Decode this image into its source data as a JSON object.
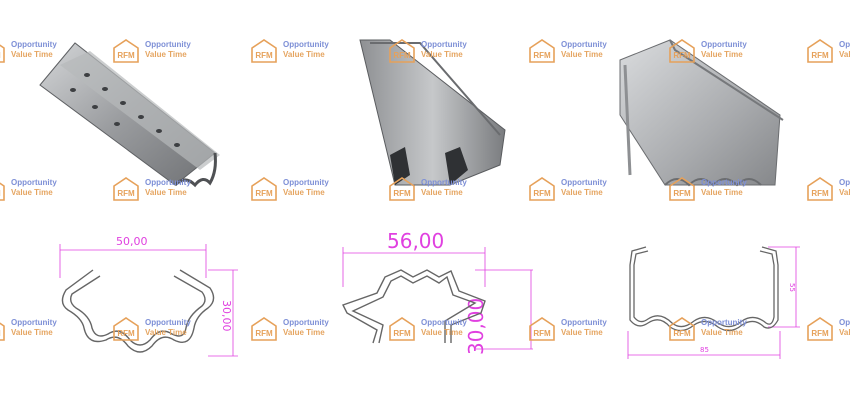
{
  "watermark": {
    "logo_text": "RFM",
    "line1": "Opportunity",
    "line2": "Value Time",
    "colors": {
      "line1": "#7d8fd6",
      "line2": "#e5a561",
      "logo": "#e6a15a"
    }
  },
  "profiles": [
    {
      "name": "wavy-open-profile",
      "drawing": {
        "width_label": "50,00",
        "height_label": "30,00"
      }
    },
    {
      "name": "omega-profile",
      "drawing": {
        "width_label": "56,00",
        "height_label": "30,00"
      }
    },
    {
      "name": "u-channel-profile",
      "drawing": {
        "width_label": "85",
        "height_label": "55"
      }
    }
  ],
  "colors": {
    "dimension": "#e040e0",
    "outline": "#666666",
    "metal": "#a8aaad"
  }
}
